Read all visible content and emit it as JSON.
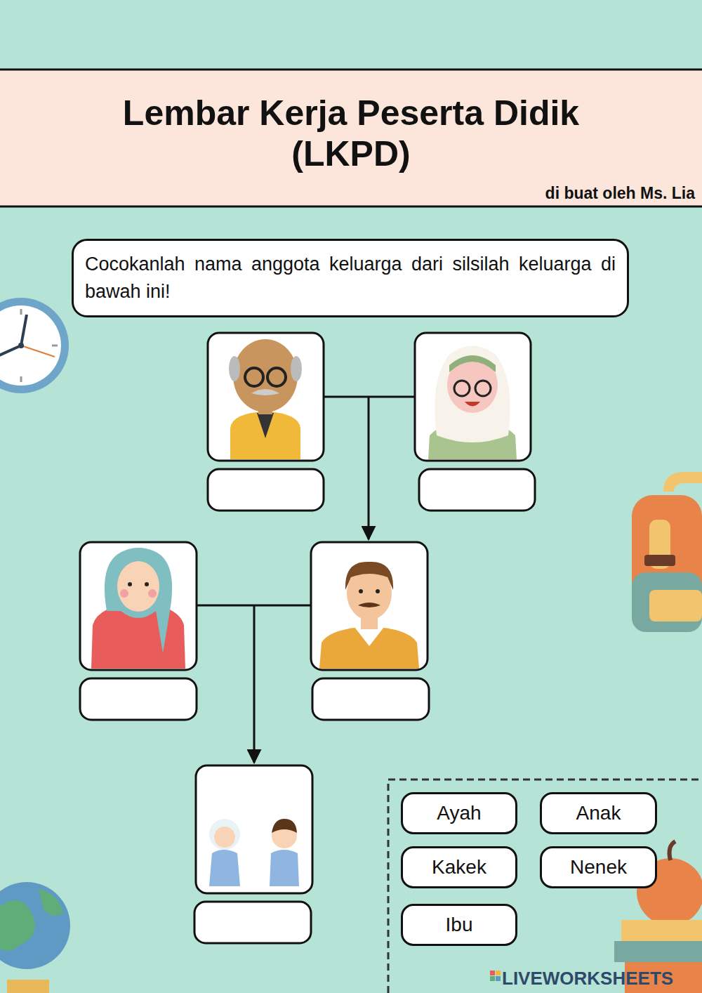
{
  "diagram": {
    "title": "Lembar Kerja Peserta Didik (LKPD)",
    "nodes": [
      {
        "text": [
          "Cocokanlah nama anggota keluarga dari silsilah keluarga di bawah ini!"
        ]
      },
      {
        "text": [
          "Ayah"
        ]
      },
      {
        "text": [
          "Anak"
        ]
      },
      {
        "text": [
          "Kakek"
        ]
      },
      {
        "text": [
          "Nenek"
        ]
      },
      {
        "text": [
          "Ibu"
        ]
      }
    ],
    "labels": [
      "di buat oleh Ms. Lia",
      "LIVEWORKSHEETS"
    ]
  }
}
